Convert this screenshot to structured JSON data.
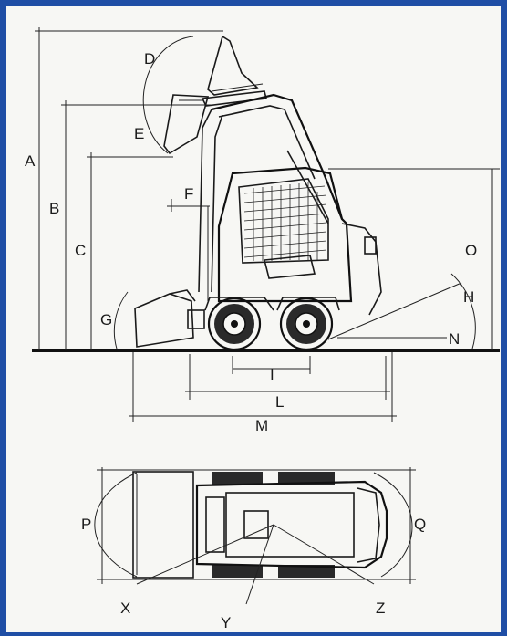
{
  "colors": {
    "border": "#1f4ea5",
    "paper": "#f7f7f4",
    "ink": "#1a1a1a"
  },
  "side_view": {
    "labels": {
      "A": "A",
      "B": "B",
      "C": "C",
      "D": "D",
      "E": "E",
      "F": "F",
      "G": "G",
      "H": "H",
      "I": "I",
      "L": "L",
      "M": "M",
      "N": "N",
      "O": "O"
    }
  },
  "top_view": {
    "labels": {
      "P": "P",
      "Q": "Q",
      "X": "X",
      "Y": "Y",
      "Z": "Z"
    }
  }
}
